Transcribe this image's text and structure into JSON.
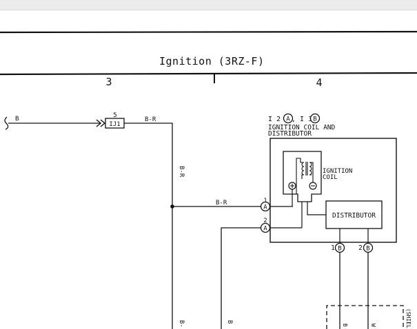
{
  "diagram": {
    "title": "Ignition (3RZ-F)",
    "columns": [
      "3",
      "4"
    ],
    "component_id_prefix_1": "I 2",
    "component_id_pin_1": "A",
    "component_id_prefix_2": ", I 3",
    "component_id_pin_2": "B",
    "component_name_line1": "IGNITION COIL AND",
    "component_name_line2": "DISTRIBUTOR",
    "ignition_coil_label_line1": "IGNITION",
    "ignition_coil_label_line2": "COIL",
    "distributor_label": "DISTRIBUTOR",
    "junction_connector": {
      "id": "IJ1",
      "pin": "5"
    },
    "wires": {
      "left_input": "B",
      "junction_output": "B-R",
      "vertical_main": "B-R",
      "to_pin_1": "B-R",
      "bottom_left": "B-",
      "bottom_mid": "B",
      "shield_left": "B",
      "shield_right": "W"
    },
    "connector_pins": [
      {
        "number": "1",
        "letter": "A"
      },
      {
        "number": "2",
        "letter": "A"
      },
      {
        "number": "1",
        "letter": "B"
      },
      {
        "number": "2",
        "letter": "B"
      }
    ],
    "shield_label": "(SHIEL"
  }
}
